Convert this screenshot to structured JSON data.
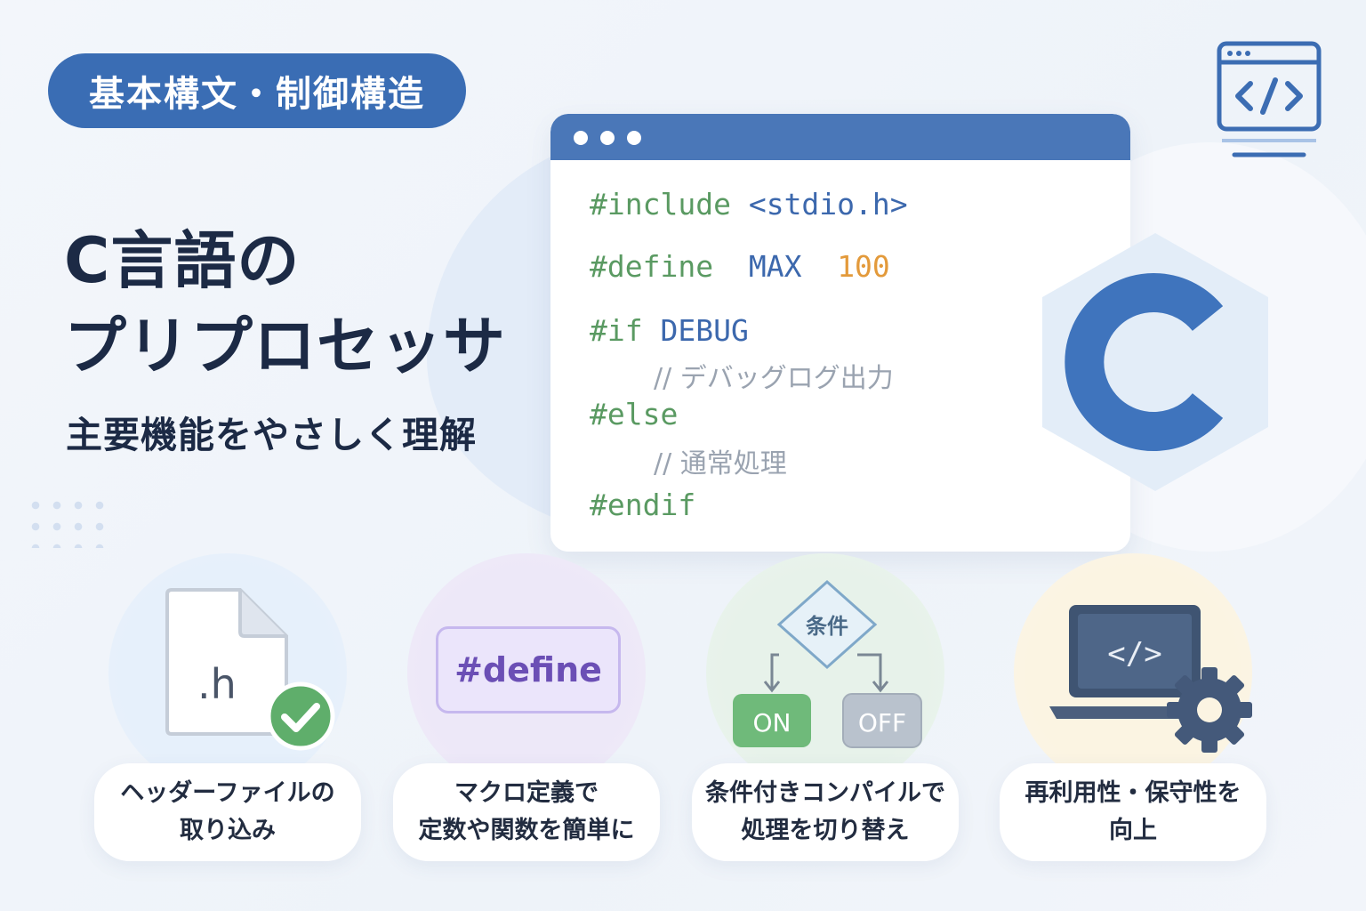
{
  "badge": "基本構文・制御構造",
  "title_line1": "C言語の",
  "title_line2": "プリプロセッサ",
  "subtitle": "主要機能をやさしく理解",
  "code": {
    "line1_directive": "#include",
    "line1_arg": "<stdio.h>",
    "line2_directive": "#define",
    "line2_name": "MAX",
    "line2_value": "100",
    "line3_directive": "#if",
    "line3_arg": "DEBUG",
    "line4_comment": "// デバッグログ出力",
    "line5_directive": "#else",
    "line6_comment": "// 通常処理",
    "line7_directive": "#endif"
  },
  "logo_letter": "C",
  "features": [
    {
      "icon_text": ".h",
      "line1": "ヘッダーファイルの",
      "line2": "取り込み"
    },
    {
      "icon_text": "#define",
      "line1": "マクロ定義で",
      "line2": "定数や関数を簡単に"
    },
    {
      "icon_text": "条件",
      "on": "ON",
      "off": "OFF",
      "line1": "条件付きコンパイルで",
      "line2": "処理を切り替え"
    },
    {
      "icon_text": "</>",
      "line1": "再利用性・保守性を",
      "line2": "向上"
    }
  ],
  "colors": {
    "primary": "#3a6db4",
    "green": "#5a9a62",
    "orange": "#e39a3b",
    "purple": "#6b4fb5"
  }
}
